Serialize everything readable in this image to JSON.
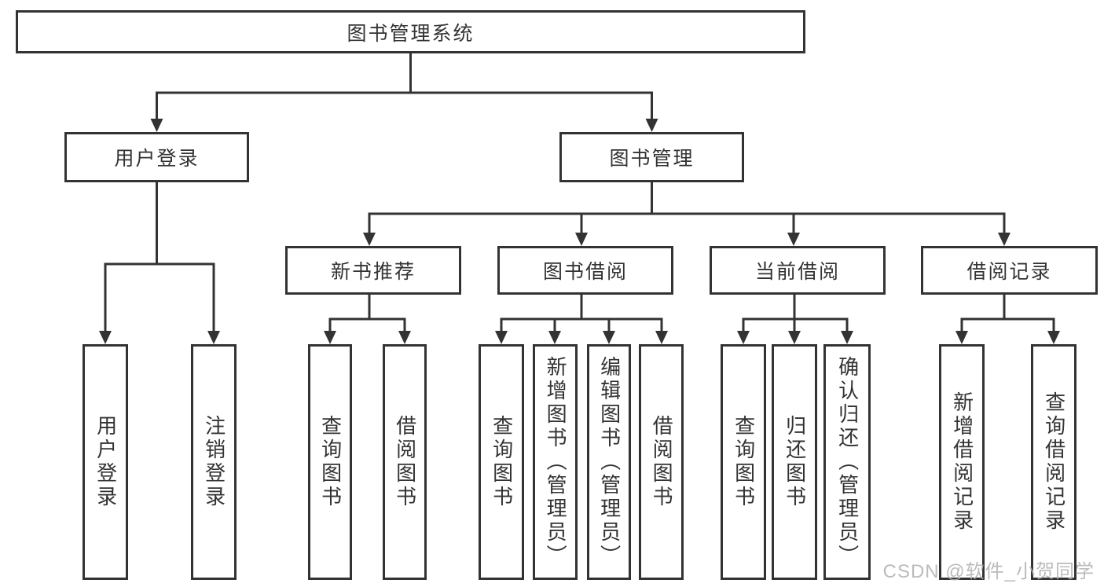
{
  "diagram": {
    "watermark": "CSDN @软件_小贺同学",
    "colors": {
      "line": "#333333",
      "text": "#333333",
      "box_background": "#ffffff",
      "watermark": "#b0b0b0"
    },
    "tree": {
      "root": {
        "label": "图书管理系统",
        "children": [
          {
            "label": "用户登录",
            "children": [
              {
                "label": "用户登录"
              },
              {
                "label": "注销登录"
              }
            ]
          },
          {
            "label": "图书管理",
            "children": [
              {
                "label": "新书推荐",
                "children": [
                  {
                    "label": "查询图书"
                  },
                  {
                    "label": "借阅图书"
                  }
                ]
              },
              {
                "label": "图书借阅",
                "children": [
                  {
                    "label": "查询图书"
                  },
                  {
                    "label": "新增图书（管理员）"
                  },
                  {
                    "label": "编辑图书（管理员）"
                  },
                  {
                    "label": "借阅图书"
                  }
                ]
              },
              {
                "label": "当前借阅",
                "children": [
                  {
                    "label": "查询图书"
                  },
                  {
                    "label": "归还图书"
                  },
                  {
                    "label": "确认归还（管理员）"
                  }
                ]
              },
              {
                "label": "借阅记录",
                "children": [
                  {
                    "label": "新增借阅记录"
                  },
                  {
                    "label": "查询借阅记录"
                  }
                ]
              }
            ]
          }
        ]
      }
    }
  }
}
